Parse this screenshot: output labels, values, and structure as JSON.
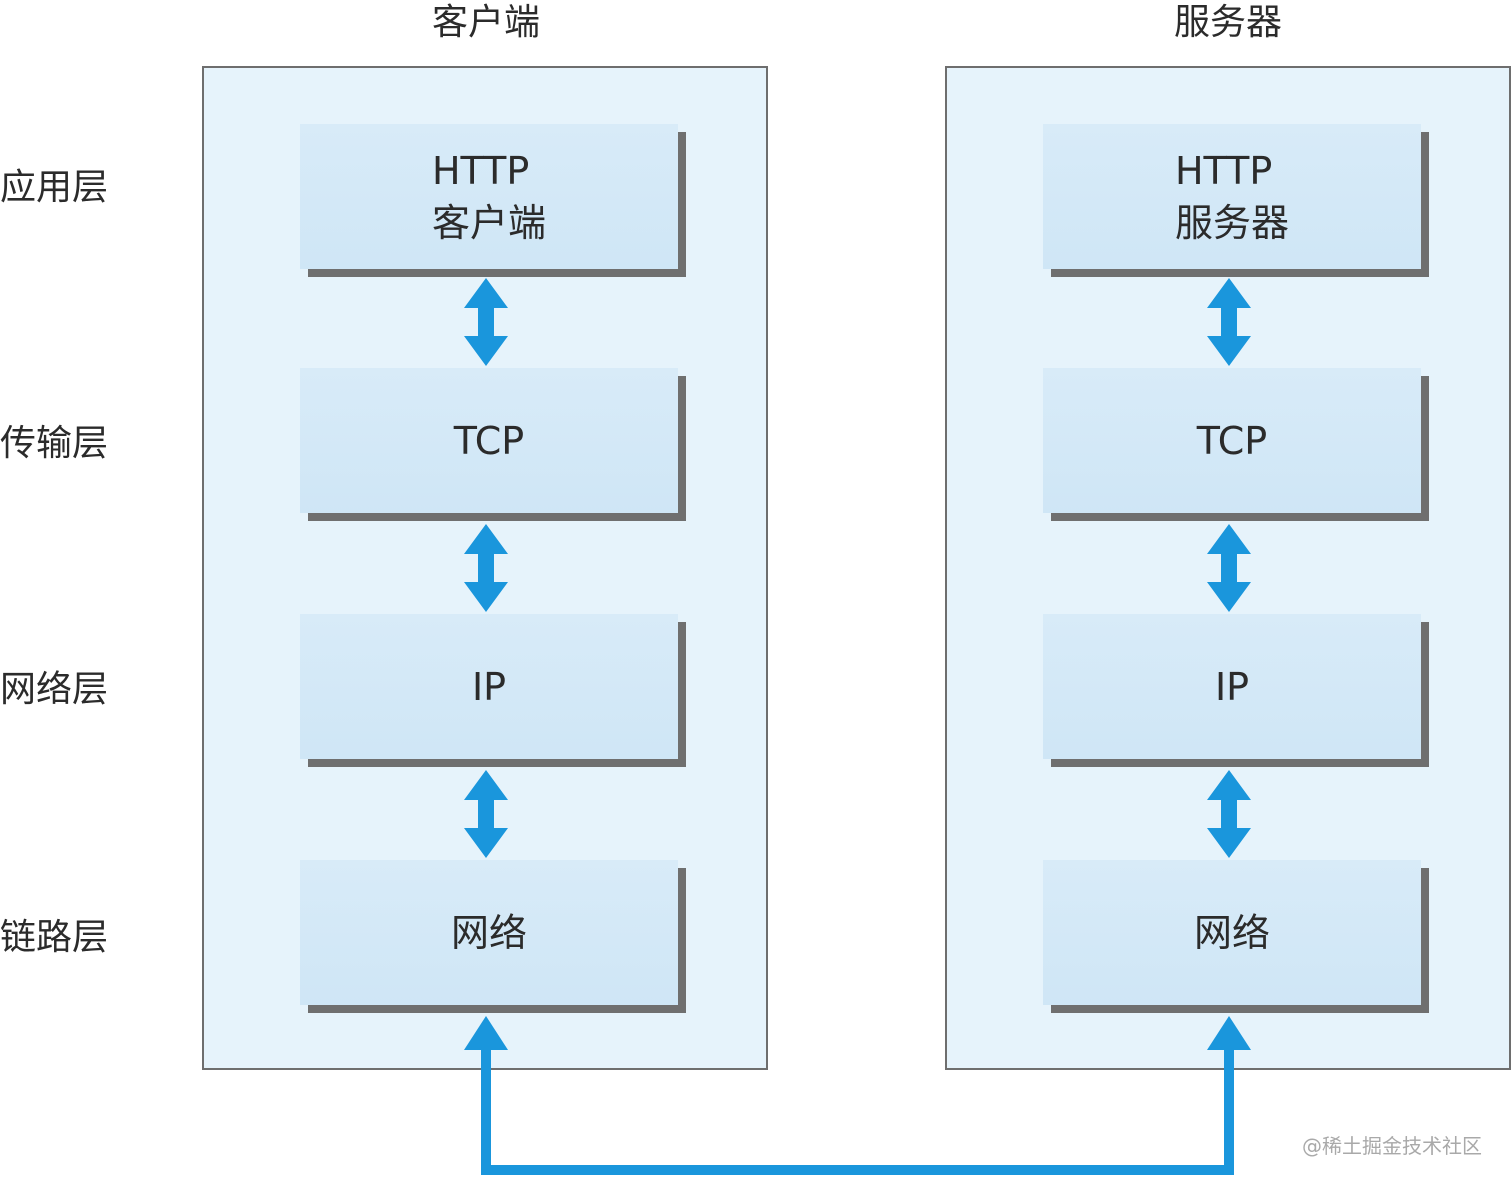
{
  "columns": {
    "client": {
      "title": "客户端",
      "layers": [
        "HTTP\n客户端",
        "TCP",
        "IP",
        "网络"
      ]
    },
    "server": {
      "title": "服务器",
      "layers": [
        "HTTP\n服务器",
        "TCP",
        "IP",
        "网络"
      ]
    }
  },
  "layer_labels": [
    "应用层",
    "传输层",
    "网络层",
    "链路层"
  ],
  "colors": {
    "panel_bg": "#e6f3fb",
    "box_bg": "#d3e9f7",
    "arrow": "#1a96dc",
    "shadow": "#6f6f6f"
  },
  "watermark": "@稀土掘金技术社区"
}
